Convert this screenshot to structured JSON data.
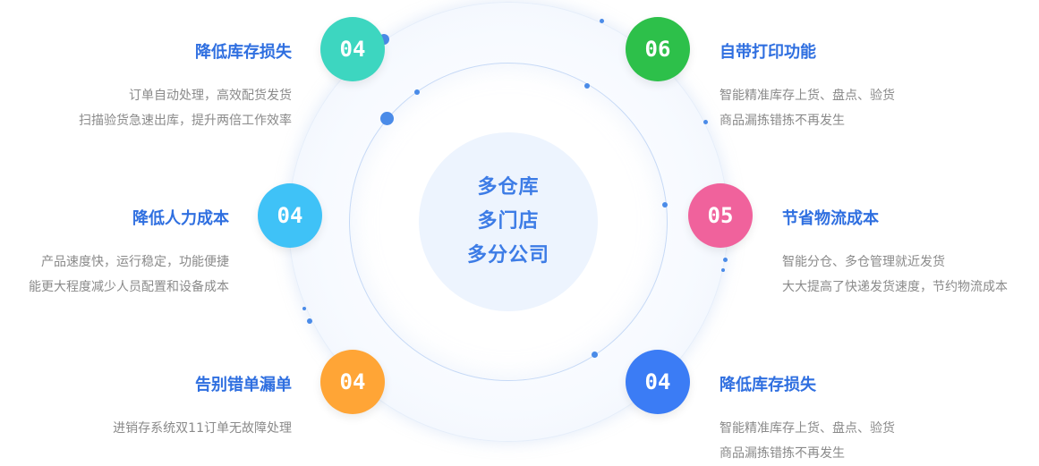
{
  "center": {
    "lines": [
      "多仓库",
      "多门店",
      "多分公司"
    ]
  },
  "colors": {
    "accent_text": "#2f6fe0",
    "badge_teal": "#3dd6c0",
    "badge_green": "#2dc04a",
    "badge_cyan": "#3fc2f7",
    "badge_pink": "#f0629c",
    "badge_orange": "#ffa536",
    "badge_blue": "#3b7cf5"
  },
  "features": {
    "top_left": {
      "number": "04",
      "title": "降低库存损失",
      "desc": [
        "订单自动处理，高效配货发货",
        "扫描验货急速出库，提升两倍工作效率"
      ]
    },
    "top_right": {
      "number": "06",
      "title": "自带打印功能",
      "desc": [
        "智能精准库存上货、盘点、验货",
        "商品漏拣错拣不再发生"
      ]
    },
    "mid_left": {
      "number": "04",
      "title": "降低人力成本",
      "desc": [
        "产品速度快，运行稳定，功能便捷",
        "能更大程度减少人员配置和设备成本"
      ]
    },
    "mid_right": {
      "number": "05",
      "title": "节省物流成本",
      "desc": [
        "智能分仓、多仓管理就近发货",
        "大大提高了快递发货速度，节约物流成本"
      ]
    },
    "bottom_left": {
      "number": "04",
      "title": "告别错单漏单",
      "desc": [
        "进销存系统双11订单无故障处理"
      ]
    },
    "bottom_right": {
      "number": "04",
      "title": "降低库存损失",
      "desc": [
        "智能精准库存上货、盘点、验货",
        "商品漏拣错拣不再发生"
      ]
    }
  }
}
